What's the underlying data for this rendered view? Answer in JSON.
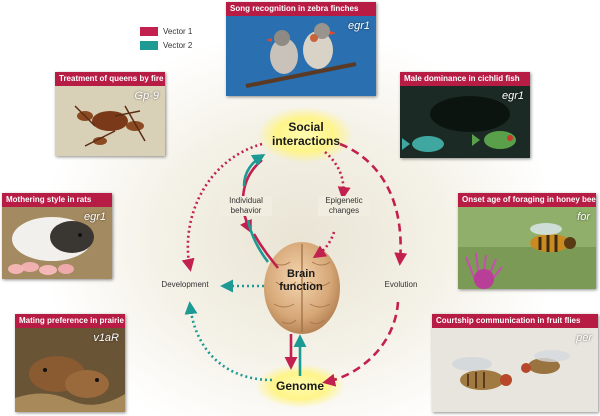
{
  "colors": {
    "vector1": "#c2204f",
    "vector2": "#1d9a94",
    "panel_header": "#b71c45",
    "glow": "#fff9a0"
  },
  "legend": [
    {
      "label": "Vector 1"
    },
    {
      "label": "Vector 2"
    }
  ],
  "nodes": {
    "social": "Social interactions",
    "individual": "Individual behavior",
    "epigenetic": "Epigenetic changes",
    "development": "Development",
    "brain": "Brain function",
    "evolution": "Evolution",
    "genome": "Genome"
  },
  "panels": [
    {
      "title": "Song recognition in zebra finches",
      "gene": "egr1",
      "image": "zebra-finches"
    },
    {
      "title": "Treatment of queens by fire ants",
      "gene": "Gp-9",
      "image": "fire-ants"
    },
    {
      "title": "Male dominance in cichlid fish",
      "gene": "egr1",
      "image": "cichlid-fish"
    },
    {
      "title": "Mothering style in rats",
      "gene": "egr1",
      "image": "rats"
    },
    {
      "title": "Onset age of foraging in honey bees",
      "gene": "for",
      "image": "honey-bee"
    },
    {
      "title": "Mating preference in prairie voles",
      "gene": "v1aR",
      "image": "prairie-voles"
    },
    {
      "title": "Courtship communication in fruit flies",
      "gene": "per",
      "image": "fruit-flies"
    }
  ]
}
